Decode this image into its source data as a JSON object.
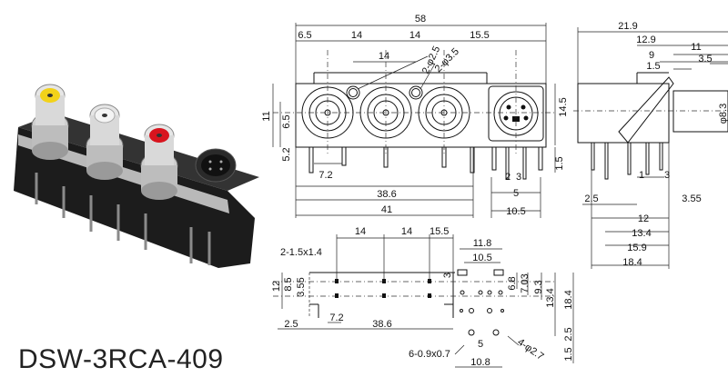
{
  "product": {
    "model": "DSW-3RCA-409",
    "jack_colors": [
      "#f2d21a",
      "#f4f4f4",
      "#d8141e"
    ]
  },
  "front_view": {
    "dims": [
      "58",
      "6.5",
      "14",
      "14",
      "15.5",
      "14",
      "2-φ2.5",
      "2-φ3.5",
      "11",
      "6.5",
      "5.2",
      "14.5",
      "1.5",
      "7.2",
      "38.6",
      "41",
      "2",
      "3",
      "5",
      "10.5"
    ]
  },
  "side_view": {
    "dims": [
      "21.9",
      "12.9",
      "11",
      "9",
      "3.5",
      "1.5",
      "φ8.3",
      "1",
      "3",
      "2.5",
      "3.55",
      "12",
      "13.4",
      "15.9",
      "18.4"
    ]
  },
  "pcb_layout": {
    "dims": [
      "14",
      "14",
      "15.5",
      "2-1.5x1.4",
      "11.8",
      "10.5",
      "3",
      "6.8",
      "7.03",
      "9.3",
      "13.4",
      "18.4",
      "12",
      "8.5",
      "3.55",
      "7.2",
      "2.5",
      "38.6",
      "6-0.9x0.7",
      "5",
      "4-φ2.7",
      "10.8",
      "2.5",
      "1.5"
    ]
  }
}
